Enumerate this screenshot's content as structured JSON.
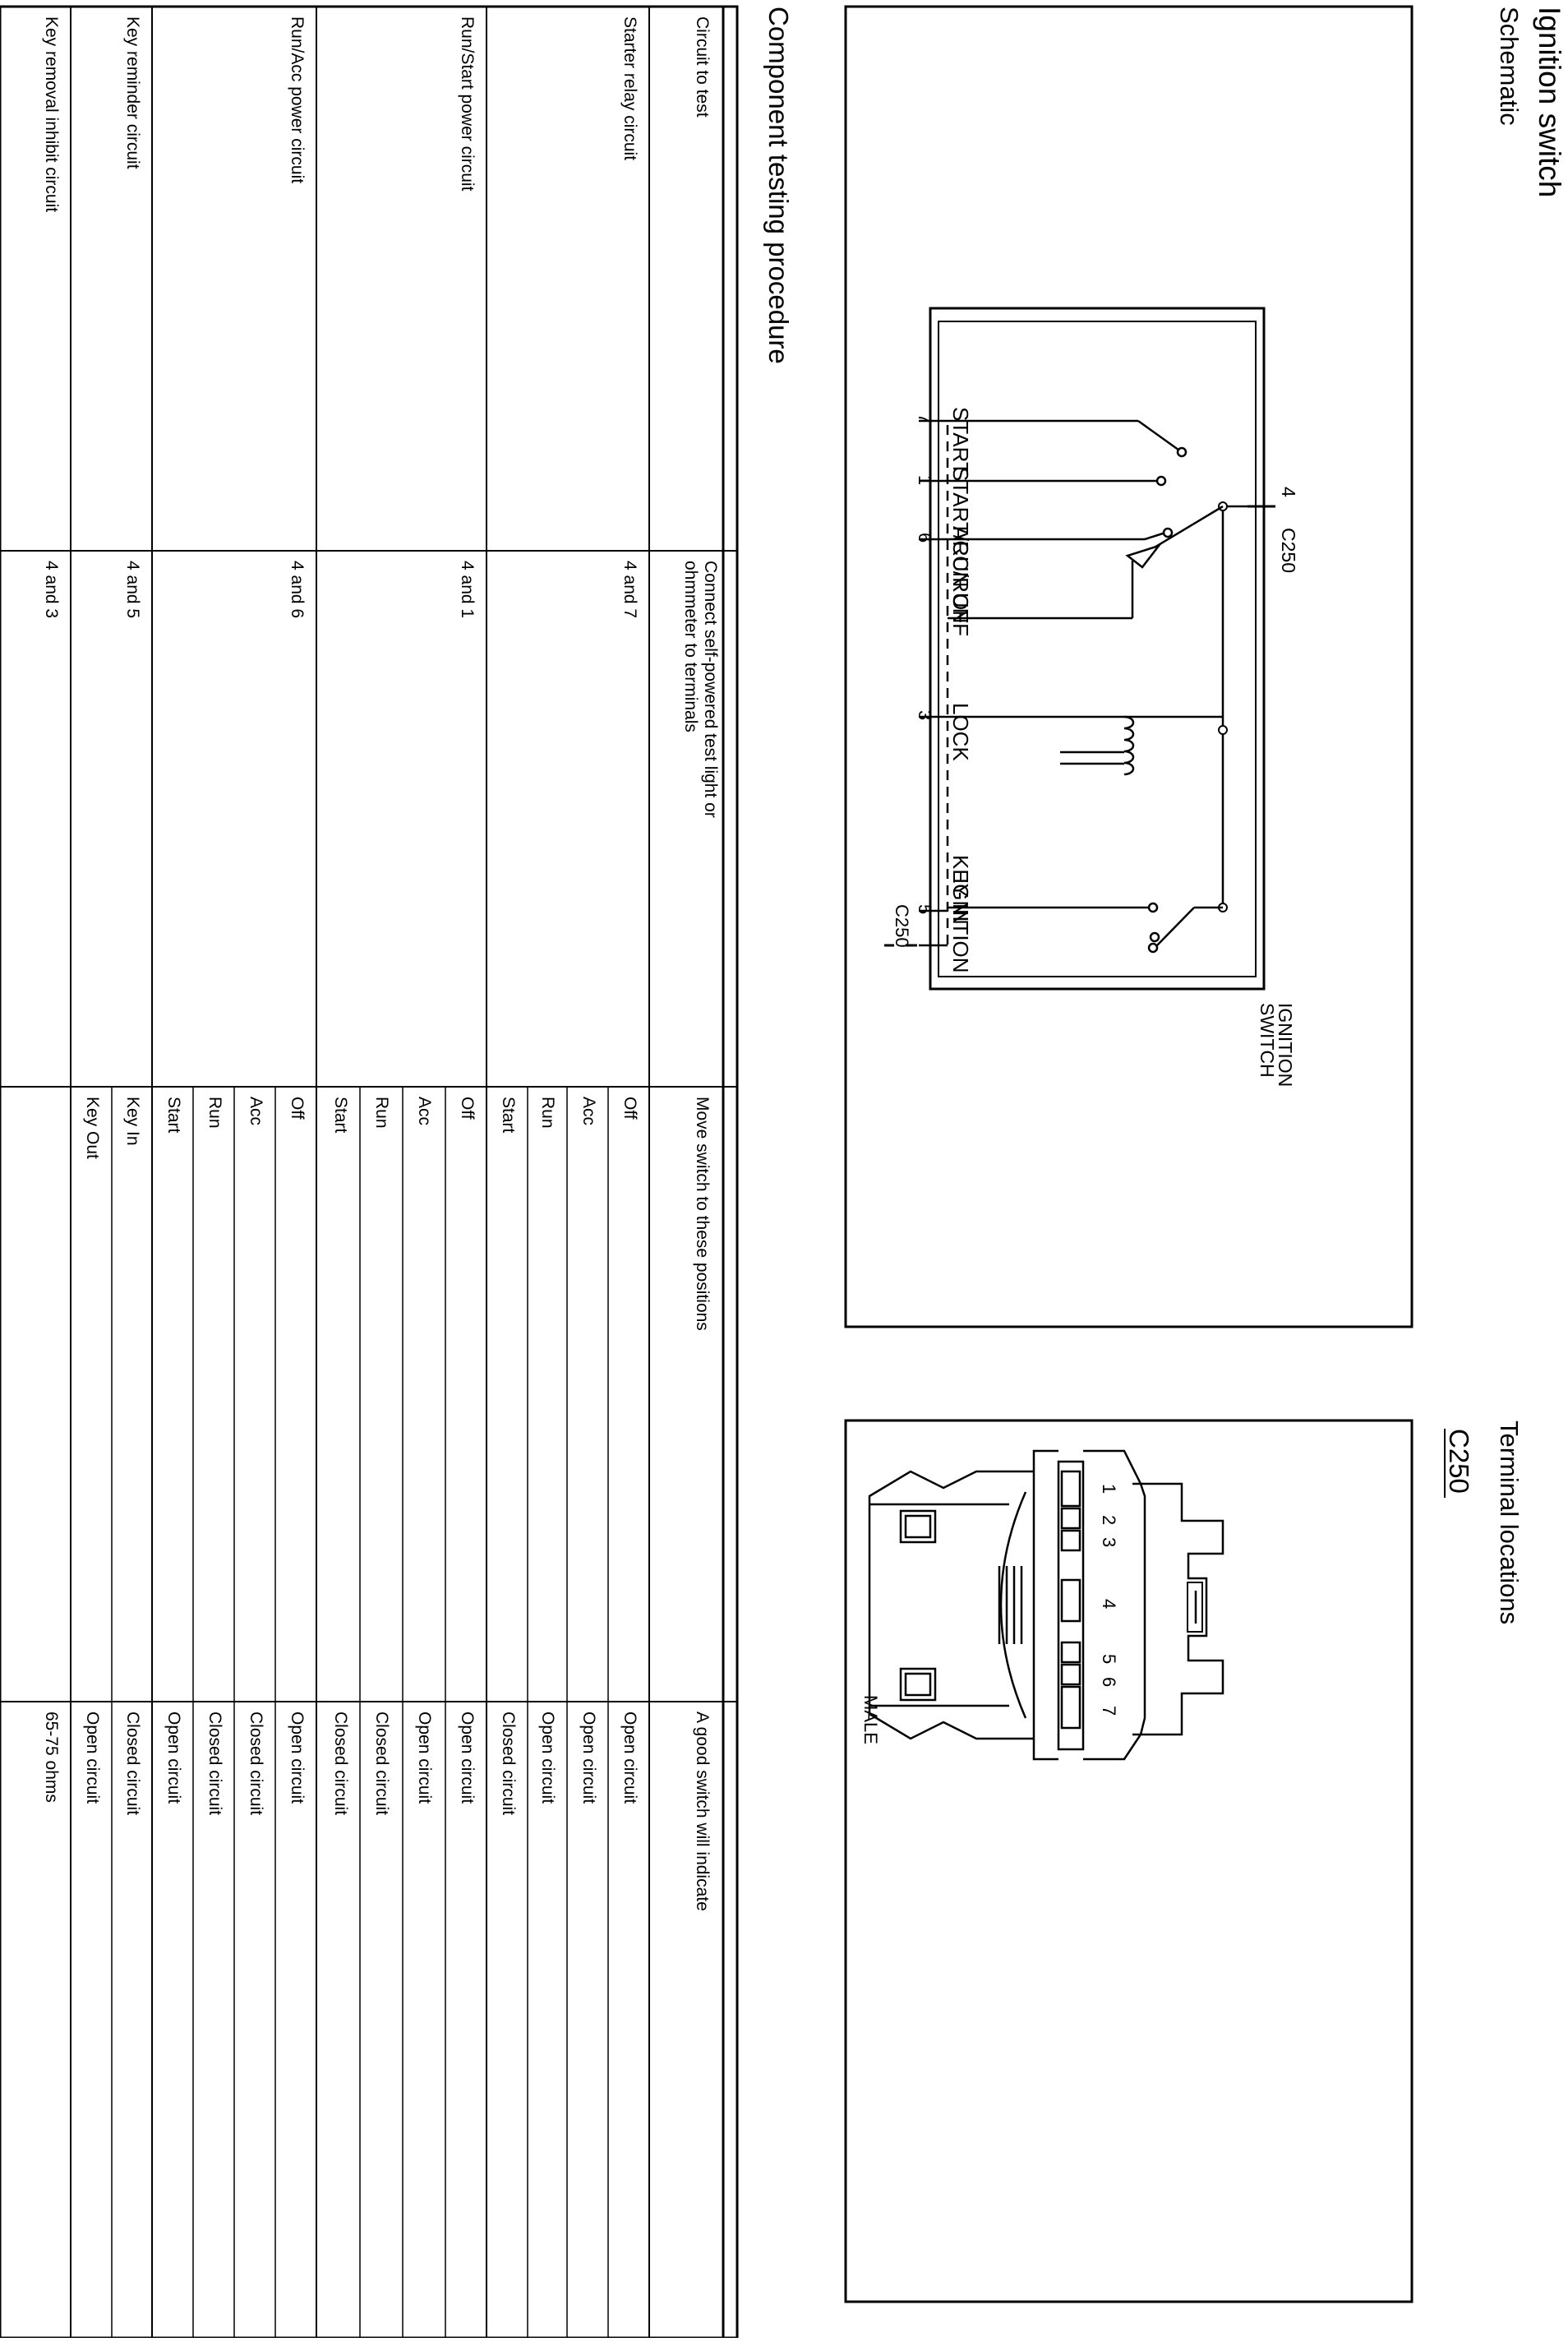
{
  "header": {
    "title": "Ignition switch",
    "schematic_heading": "Schematic",
    "terminal_heading": "Terminal locations",
    "procedure_heading": "Component testing procedure"
  },
  "schematic": {
    "connector_top": "C250",
    "connector_bottom": "C250",
    "switch_label_line1": "IGNITION",
    "switch_label_line2": "SWITCH",
    "pins": [
      {
        "pin": "7",
        "label": "START"
      },
      {
        "pin": "1",
        "label": "START/RUN"
      },
      {
        "pin": "6",
        "label": "ACC/RUN"
      },
      {
        "pin": "",
        "label": "OFF"
      },
      {
        "pin": "3",
        "label": "LOCK"
      },
      {
        "pin": "5",
        "label": "KEY IN",
        "label2": "IGNITION"
      }
    ],
    "top_pin": "4"
  },
  "terminals": {
    "connector_id": "C250",
    "gender": "MALE",
    "pin_numbers": [
      "1",
      "2",
      "3",
      "4",
      "5",
      "6",
      "7"
    ]
  },
  "table": {
    "headers": {
      "circuit": "Circuit to test",
      "connect_line1": "Connect self-powered test light or",
      "connect_line2": "ohmmeter to terminals",
      "move": "Move switch to these positions",
      "result": "A good switch will indicate"
    },
    "groups": [
      {
        "circuit": "Starter relay circuit",
        "terminals": "4 and 7",
        "rows": [
          {
            "position": "Off",
            "result": "Open circuit"
          },
          {
            "position": "Acc",
            "result": "Open circuit"
          },
          {
            "position": "Run",
            "result": "Open circuit"
          },
          {
            "position": "Start",
            "result": "Closed circuit"
          }
        ]
      },
      {
        "circuit": "Run/Start power circuit",
        "terminals": "4 and 1",
        "rows": [
          {
            "position": "Off",
            "result": "Open circuit"
          },
          {
            "position": "Acc",
            "result": "Open circuit"
          },
          {
            "position": "Run",
            "result": "Closed circuit"
          },
          {
            "position": "Start",
            "result": "Closed circuit"
          }
        ]
      },
      {
        "circuit": "Run/Acc power circuit",
        "terminals": "4 and 6",
        "rows": [
          {
            "position": "Off",
            "result": "Open circuit"
          },
          {
            "position": "Acc",
            "result": "Closed circuit"
          },
          {
            "position": "Run",
            "result": "Closed circuit"
          },
          {
            "position": "Start",
            "result": "Open circuit"
          }
        ]
      },
      {
        "circuit": "Key reminder circuit",
        "terminals": "4 and 5",
        "rows": [
          {
            "position": "Key In",
            "result": "Closed circuit"
          },
          {
            "position": "Key Out",
            "result": "Open circuit"
          }
        ]
      },
      {
        "circuit": "Key removal inhibit circuit",
        "terminals": "4 and 3",
        "rows": [
          {
            "position": "",
            "result": "65-75 ohms"
          }
        ]
      }
    ]
  }
}
